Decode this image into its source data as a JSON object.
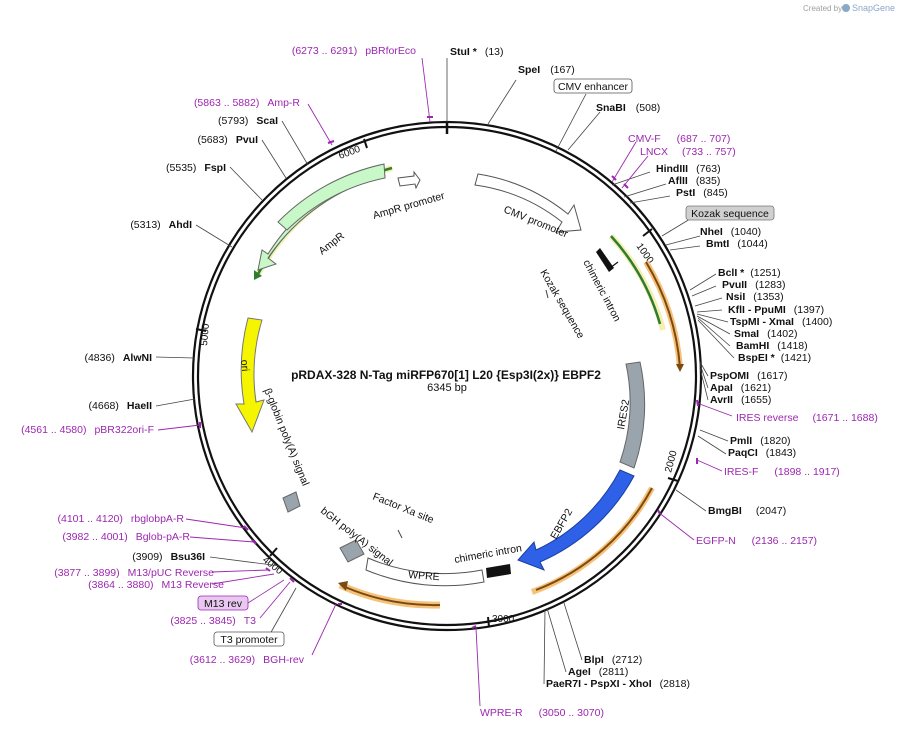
{
  "credit": {
    "created_by": "Created by",
    "brand": "SnapGene"
  },
  "title": "pRDAX-328   N-Tag miRFP670[1] L20 {Esp3I(2x)} EBPF2",
  "length": "6345 bp",
  "ticks": [
    "1000",
    "2000",
    "3000",
    "4000",
    "5000",
    "6000"
  ],
  "features": {
    "cmv_promoter": "CMV promoter",
    "chimeric_intron_top": "chimeric intron",
    "kozak_sequence": "Kozak sequence",
    "ires2": "IRES2",
    "ebfp2": "EBFP2",
    "chimeric_intron_bottom": "chimeric intron",
    "wpre": "WPRE",
    "bgh_polya": "bGH poly(A) signal",
    "factor_xa": "Factor Xa site",
    "beta_globin": "β-globin poly(A) signal",
    "ori": "ori",
    "ampr": "AmpR",
    "ampr_promoter": "AmpR promoter"
  },
  "enzymes": [
    {
      "name": "StuI *",
      "pos": "(13)"
    },
    {
      "name": "SpeI",
      "pos": "(167)"
    },
    {
      "name": "SnaBI",
      "pos": "(508)"
    },
    {
      "name": "HindIII",
      "pos": "(763)"
    },
    {
      "name": "AflII",
      "pos": "(835)"
    },
    {
      "name": "PstI",
      "pos": "(845)"
    },
    {
      "name": "NheI",
      "pos": "(1040)"
    },
    {
      "name": "BmtI",
      "pos": "(1044)"
    },
    {
      "name": "BclI *",
      "pos": "(1251)"
    },
    {
      "name": "PvuII",
      "pos": "(1283)"
    },
    {
      "name": "NsiI",
      "pos": "(1353)"
    },
    {
      "name": "KflI  - PpuMI",
      "pos": "(1397)"
    },
    {
      "name": "TspMI  - XmaI",
      "pos": "(1400)"
    },
    {
      "name": "SmaI",
      "pos": "(1402)"
    },
    {
      "name": "BamHI",
      "pos": "(1418)"
    },
    {
      "name": "BspEI *",
      "pos": "(1421)"
    },
    {
      "name": "PspOMI",
      "pos": "(1617)"
    },
    {
      "name": "ApaI",
      "pos": "(1621)"
    },
    {
      "name": "AvrII",
      "pos": "(1655)"
    },
    {
      "name": "PmlI",
      "pos": "(1820)"
    },
    {
      "name": "PaqCI",
      "pos": "(1843)"
    },
    {
      "name": "BmgBI",
      "pos": "(2047)"
    },
    {
      "name": "BlpI",
      "pos": "(2712)"
    },
    {
      "name": "AgeI",
      "pos": "(2811)"
    },
    {
      "name": "PaeR7I  - PspXI  - XhoI",
      "pos": "(2818)"
    },
    {
      "name": "Bsu36I",
      "pos": "(3909)"
    },
    {
      "name": "HaeII",
      "pos": "(4668)"
    },
    {
      "name": "AlwNI",
      "pos": "(4836)"
    },
    {
      "name": "AhdI",
      "pos": "(5313)"
    },
    {
      "name": "FspI",
      "pos": "(5535)"
    },
    {
      "name": "PvuI",
      "pos": "(5683)"
    },
    {
      "name": "ScaI",
      "pos": "(5793)"
    }
  ],
  "primers": [
    {
      "name": "pBRforEco",
      "pos": "(6273 .. 6291)"
    },
    {
      "name": "Amp-R",
      "pos": "(5863 .. 5882)"
    },
    {
      "name": "CMV-F",
      "pos": "(687 .. 707)"
    },
    {
      "name": "LNCX",
      "pos": "(733 .. 757)"
    },
    {
      "name": "IRES reverse",
      "pos": "(1671 .. 1688)"
    },
    {
      "name": "IRES-F",
      "pos": "(1898 .. 1917)"
    },
    {
      "name": "EGFP-N",
      "pos": "(2136 .. 2157)"
    },
    {
      "name": "WPRE-R",
      "pos": "(3050 .. 3070)"
    },
    {
      "name": "pBR322ori-F",
      "pos": "(4561 .. 4580)"
    },
    {
      "name": "rbglobpA-R",
      "pos": "(4101 .. 4120)"
    },
    {
      "name": "Bglob-pA-R",
      "pos": "(3982 .. 4001)"
    },
    {
      "name": "M13/pUC Reverse",
      "pos": "(3877 .. 3899)"
    },
    {
      "name": "M13 Reverse",
      "pos": "(3864 .. 3880)"
    },
    {
      "name": "T3",
      "pos": "(3825 .. 3845)"
    },
    {
      "name": "BGH-rev",
      "pos": "(3612 .. 3629)"
    }
  ],
  "boxed": {
    "cmv_enhancer": "CMV enhancer",
    "kozak": "Kozak sequence",
    "m13_rev": "M13 rev",
    "t3_promoter": "T3 promoter"
  }
}
